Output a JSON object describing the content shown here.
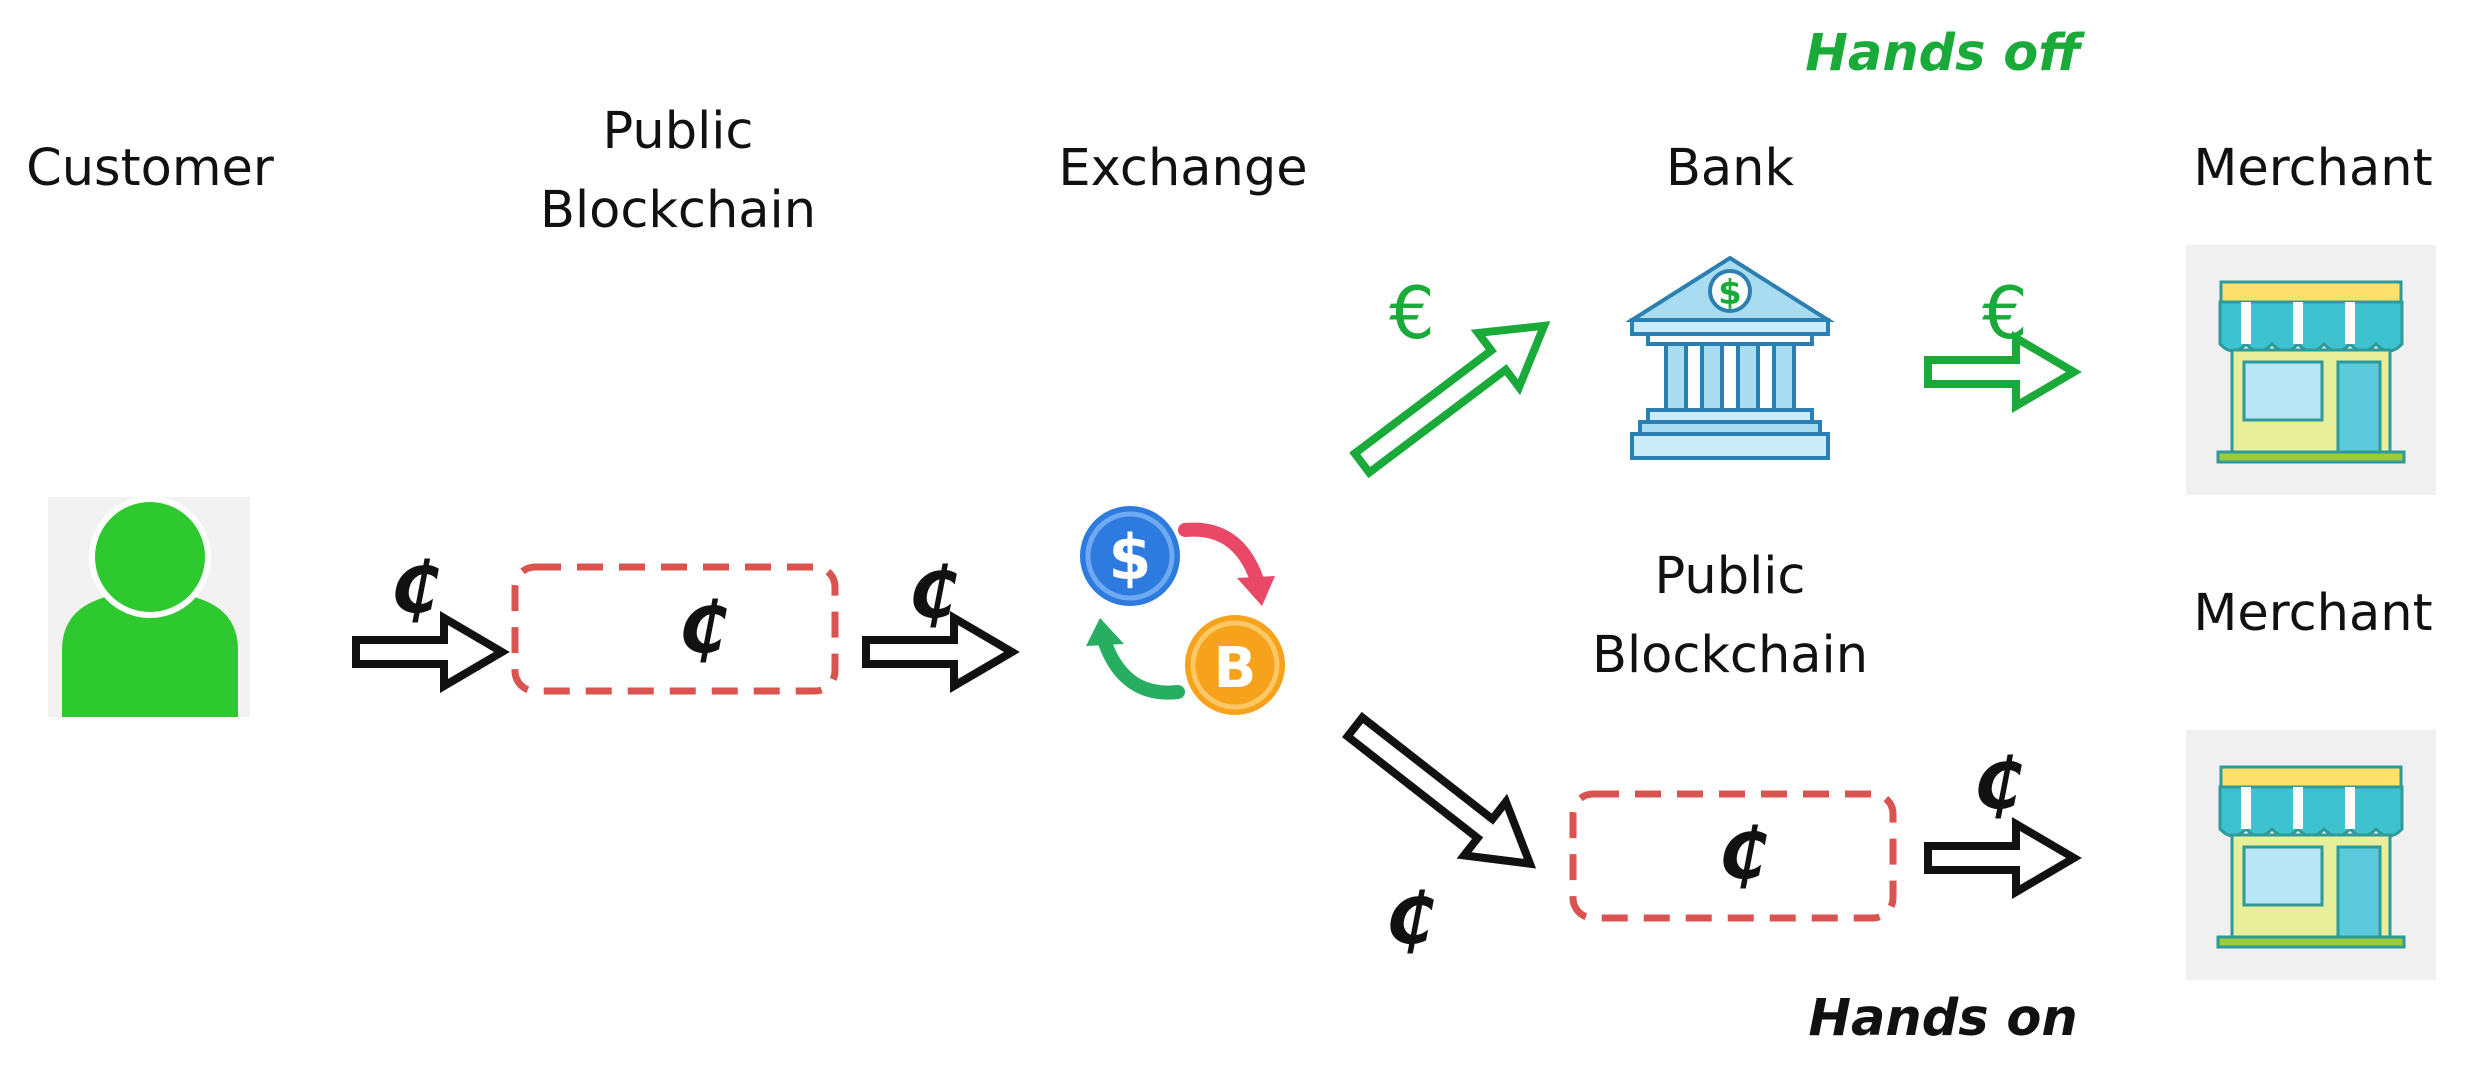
{
  "labels": {
    "customer": "Customer",
    "public_blockchain_1": [
      "Public",
      "Blockchain"
    ],
    "exchange": "Exchange",
    "bank": "Bank",
    "merchant_top": "Merchant",
    "public_blockchain_2": [
      "Public",
      "Blockchain"
    ],
    "merchant_bottom": "Merchant"
  },
  "tags": {
    "hands_off": "Hands off",
    "hands_on": "Hands on"
  },
  "symbols": {
    "coin": "₵",
    "euro": "€",
    "dollar": "$",
    "bitcoin": "B"
  },
  "colors": {
    "customer_green": "#2ec92e",
    "fiat_green": "#1aaa3a",
    "crypto_black": "#111111",
    "blockchain_dash_red": "#d9534f",
    "bank_blue": "#a9dcf0",
    "dollar_blue": "#2e7be0",
    "bitcoin_orange": "#f6a21a",
    "arrow_red": "#e94866"
  },
  "icons": {
    "customer": "user-icon",
    "exchange": "currency-exchange-icon",
    "bank": "bank-building-icon",
    "merchant": "storefront-icon"
  }
}
